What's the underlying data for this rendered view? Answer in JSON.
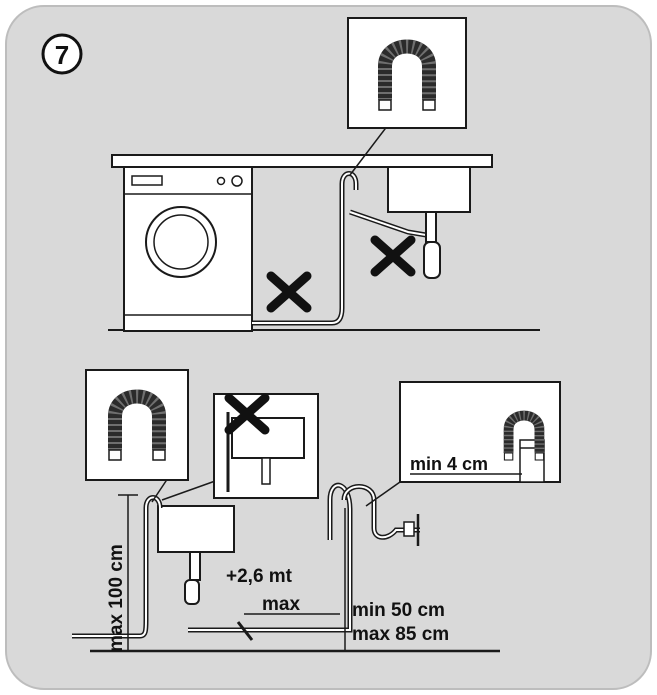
{
  "step": {
    "number": "7"
  },
  "labels": {
    "max_height": "max 100 cm",
    "extension": "+2,6 mt",
    "extension_max": "max",
    "min_height": "min 50 cm",
    "max_depth": "max 85 cm",
    "min_gap": "min 4 cm"
  },
  "colors": {
    "panel": "#d9d9d9",
    "line": "#1a1a1a",
    "hose_dark": "#2b2b2b",
    "box": "#ffffff"
  },
  "icons": {
    "step_badge": "circled-number",
    "forbidden": "x-cross-icon",
    "hose": "u-bend-hose-icon"
  }
}
